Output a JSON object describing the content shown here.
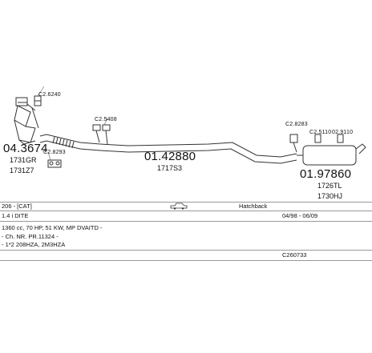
{
  "parts": {
    "cat_clamp_top": "C2.6240",
    "cat_part_no": "04.3674",
    "cat_code1": "1731GR",
    "cat_code2": "1731Z7",
    "front_clamp": "C2.8293",
    "mid_clamp": "C2.5408",
    "mid_part_no": "01.42880",
    "mid_code": "1717S3",
    "rear_clamp1": "C2.8283",
    "rear_clamp2": "C2.5110",
    "rear_clamp3": "02.9110",
    "rear_part_no": "01.97860",
    "rear_code1": "1726TL",
    "rear_code2": "1730HJ"
  },
  "info": {
    "model": "206 - [CAT]",
    "body": "Hatchback",
    "engine": "1.4 i DITE",
    "dates": "04/98 - 06/09",
    "spec_line1": "1360 cc, 70 HP, 51 KW, MP DVAITD -",
    "spec_line2": "- Ch. NR. PR.11324 -",
    "spec_line3": "- 1*2 208HZA, 2M3HZA",
    "catalog_code": "C260733"
  },
  "colors": {
    "outline": "#333333",
    "rule": "#999999"
  }
}
